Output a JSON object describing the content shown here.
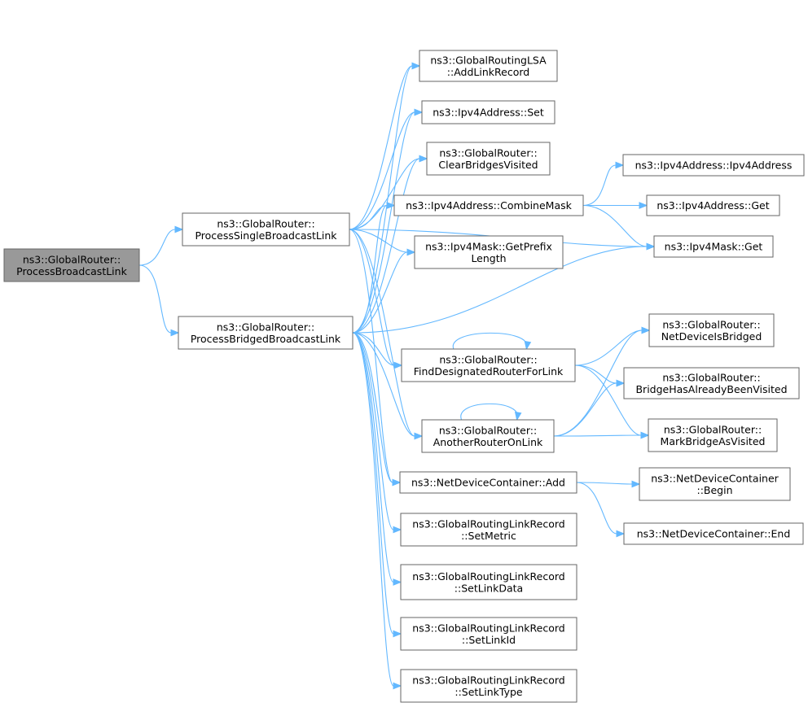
{
  "nodes": [
    {
      "id": "process_broadcast_link",
      "lines": [
        "ns3::GlobalRouter::",
        "ProcessBroadcastLink"
      ],
      "root": true
    },
    {
      "id": "process_single_broadcast_link",
      "lines": [
        "ns3::GlobalRouter::",
        "ProcessSingleBroadcastLink"
      ]
    },
    {
      "id": "process_bridged_broadcast_link",
      "lines": [
        "ns3::GlobalRouter::",
        "ProcessBridgedBroadcastLink"
      ]
    },
    {
      "id": "add_link_record",
      "lines": [
        "ns3::GlobalRoutingLSA",
        "::AddLinkRecord"
      ]
    },
    {
      "id": "ipv4address_set",
      "lines": [
        "ns3::Ipv4Address::Set"
      ]
    },
    {
      "id": "clear_bridges_visited",
      "lines": [
        "ns3::GlobalRouter::",
        "ClearBridgesVisited"
      ]
    },
    {
      "id": "combine_mask",
      "lines": [
        "ns3::Ipv4Address::CombineMask"
      ]
    },
    {
      "id": "get_prefix_length",
      "lines": [
        "ns3::Ipv4Mask::GetPrefix",
        "Length"
      ]
    },
    {
      "id": "find_designated_router",
      "lines": [
        "ns3::GlobalRouter::",
        "FindDesignatedRouterForLink"
      ]
    },
    {
      "id": "another_router_on_link",
      "lines": [
        "ns3::GlobalRouter::",
        "AnotherRouterOnLink"
      ]
    },
    {
      "id": "netdevicecontainer_add",
      "lines": [
        "ns3::NetDeviceContainer::Add"
      ]
    },
    {
      "id": "set_metric",
      "lines": [
        "ns3::GlobalRoutingLinkRecord",
        "::SetMetric"
      ]
    },
    {
      "id": "set_link_data",
      "lines": [
        "ns3::GlobalRoutingLinkRecord",
        "::SetLinkData"
      ]
    },
    {
      "id": "set_link_id",
      "lines": [
        "ns3::GlobalRoutingLinkRecord",
        "::SetLinkId"
      ]
    },
    {
      "id": "set_link_type",
      "lines": [
        "ns3::GlobalRoutingLinkRecord",
        "::SetLinkType"
      ]
    },
    {
      "id": "ipv4address_ctor",
      "lines": [
        "ns3::Ipv4Address::Ipv4Address"
      ]
    },
    {
      "id": "ipv4address_get",
      "lines": [
        "ns3::Ipv4Address::Get"
      ]
    },
    {
      "id": "ipv4mask_get",
      "lines": [
        "ns3::Ipv4Mask::Get"
      ]
    },
    {
      "id": "net_device_is_bridged",
      "lines": [
        "ns3::GlobalRouter::",
        "NetDeviceIsBridged"
      ]
    },
    {
      "id": "bridge_has_already_been_visited",
      "lines": [
        "ns3::GlobalRouter::",
        "BridgeHasAlreadyBeenVisited"
      ]
    },
    {
      "id": "mark_bridge_as_visited",
      "lines": [
        "ns3::GlobalRouter::",
        "MarkBridgeAsVisited"
      ]
    },
    {
      "id": "netdevicecontainer_begin",
      "lines": [
        "ns3::NetDeviceContainer",
        "::Begin"
      ]
    },
    {
      "id": "netdevicecontainer_end",
      "lines": [
        "ns3::NetDeviceContainer::End"
      ]
    }
  ],
  "edges": [
    [
      "process_broadcast_link",
      "process_single_broadcast_link"
    ],
    [
      "process_broadcast_link",
      "process_bridged_broadcast_link"
    ],
    [
      "process_single_broadcast_link",
      "add_link_record"
    ],
    [
      "process_single_broadcast_link",
      "ipv4address_set"
    ],
    [
      "process_single_broadcast_link",
      "clear_bridges_visited"
    ],
    [
      "process_single_broadcast_link",
      "combine_mask"
    ],
    [
      "process_single_broadcast_link",
      "get_prefix_length"
    ],
    [
      "process_single_broadcast_link",
      "ipv4mask_get"
    ],
    [
      "process_single_broadcast_link",
      "find_designated_router"
    ],
    [
      "process_single_broadcast_link",
      "another_router_on_link"
    ],
    [
      "process_single_broadcast_link",
      "netdevicecontainer_add"
    ],
    [
      "process_bridged_broadcast_link",
      "add_link_record"
    ],
    [
      "process_bridged_broadcast_link",
      "ipv4address_set"
    ],
    [
      "process_bridged_broadcast_link",
      "clear_bridges_visited"
    ],
    [
      "process_bridged_broadcast_link",
      "combine_mask"
    ],
    [
      "process_bridged_broadcast_link",
      "get_prefix_length"
    ],
    [
      "process_bridged_broadcast_link",
      "ipv4mask_get"
    ],
    [
      "process_bridged_broadcast_link",
      "find_designated_router"
    ],
    [
      "process_bridged_broadcast_link",
      "another_router_on_link"
    ],
    [
      "process_bridged_broadcast_link",
      "netdevicecontainer_add"
    ],
    [
      "process_bridged_broadcast_link",
      "set_metric"
    ],
    [
      "process_bridged_broadcast_link",
      "set_link_data"
    ],
    [
      "process_bridged_broadcast_link",
      "set_link_id"
    ],
    [
      "process_bridged_broadcast_link",
      "set_link_type"
    ],
    [
      "combine_mask",
      "ipv4address_ctor"
    ],
    [
      "combine_mask",
      "ipv4address_get"
    ],
    [
      "combine_mask",
      "ipv4mask_get"
    ],
    [
      "find_designated_router",
      "find_designated_router"
    ],
    [
      "find_designated_router",
      "net_device_is_bridged"
    ],
    [
      "find_designated_router",
      "bridge_has_already_been_visited"
    ],
    [
      "find_designated_router",
      "mark_bridge_as_visited"
    ],
    [
      "another_router_on_link",
      "another_router_on_link"
    ],
    [
      "another_router_on_link",
      "net_device_is_bridged"
    ],
    [
      "another_router_on_link",
      "bridge_has_already_been_visited"
    ],
    [
      "another_router_on_link",
      "mark_bridge_as_visited"
    ],
    [
      "netdevicecontainer_add",
      "netdevicecontainer_begin"
    ],
    [
      "netdevicecontainer_add",
      "netdevicecontainer_end"
    ]
  ]
}
